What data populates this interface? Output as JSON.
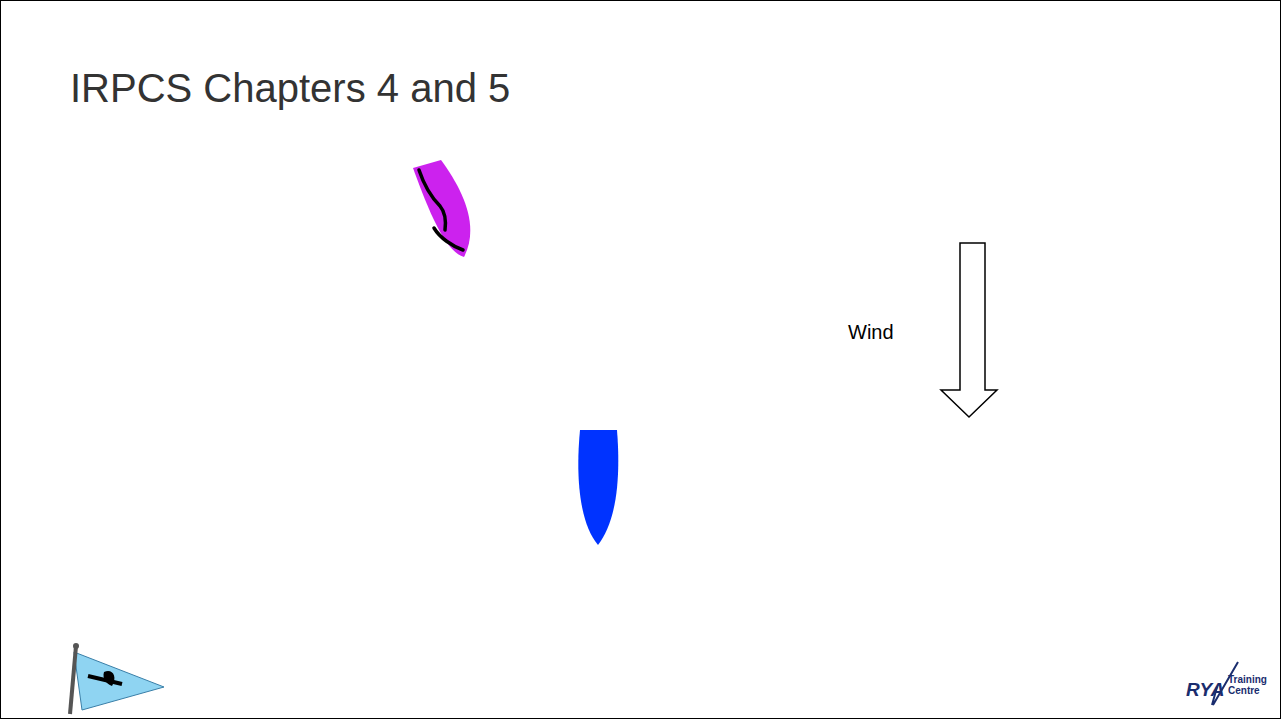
{
  "diagram": {
    "title": "IRPCS Chapters 4 and 5",
    "labels": [
      "Wind",
      "RYA",
      "Training Centre"
    ]
  }
}
